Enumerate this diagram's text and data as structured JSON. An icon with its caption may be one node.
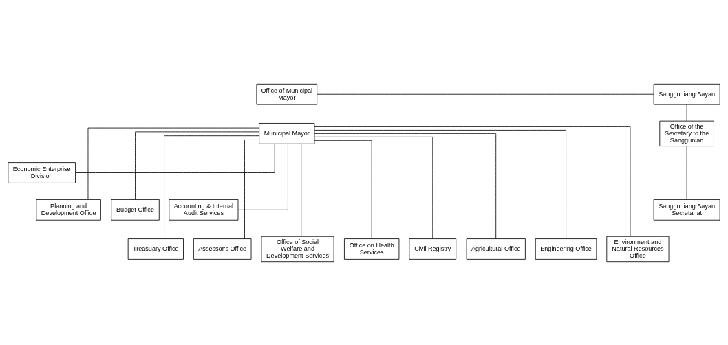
{
  "diagram": {
    "nodes": [
      {
        "text": [
          "Office of Municipal Mayor"
        ]
      },
      {
        "text": [
          "Municipal Mayor"
        ]
      },
      {
        "text": [
          "Sangguniang Bayan"
        ]
      },
      {
        "text": [
          "Office of the Sevretary to the Sanggunian"
        ]
      },
      {
        "text": [
          "Economic Enterprise Division"
        ]
      },
      {
        "text": [
          "Sangguniang Bayan Secretariat"
        ]
      },
      {
        "text": [
          "Planning and Development Office"
        ]
      },
      {
        "text": [
          "Budget Office"
        ]
      },
      {
        "text": [
          "Accounting & Internal Audit Services"
        ]
      },
      {
        "text": [
          "Treasuary Office"
        ]
      },
      {
        "text": [
          "Assessor's Office"
        ]
      },
      {
        "text": [
          "Office of Social Welfare and Development Services"
        ]
      },
      {
        "text": [
          "Office on Health Services"
        ]
      },
      {
        "text": [
          "Civil Registry"
        ]
      },
      {
        "text": [
          "Agricultural Office"
        ]
      },
      {
        "text": [
          "Engineering Office"
        ]
      },
      {
        "text": [
          "Environment and Natural Resources Office"
        ]
      }
    ],
    "edges": [
      {
        "from": 0,
        "to": 2,
        "arrow": "none"
      },
      {
        "from": 2,
        "to": 3,
        "arrow": "none"
      },
      {
        "from": 3,
        "to": 5,
        "arrow": "none"
      },
      {
        "from": 1,
        "to": 4,
        "arrow": "none"
      },
      {
        "from": 1,
        "to": 6,
        "arrow": "none"
      },
      {
        "from": 1,
        "to": 7,
        "arrow": "none"
      },
      {
        "from": 1,
        "to": 8,
        "arrow": "none"
      },
      {
        "from": 1,
        "to": 9,
        "arrow": "none"
      },
      {
        "from": 1,
        "to": 10,
        "arrow": "none"
      },
      {
        "from": 1,
        "to": 11,
        "arrow": "none"
      },
      {
        "from": 1,
        "to": 12,
        "arrow": "none"
      },
      {
        "from": 1,
        "to": 13,
        "arrow": "none"
      },
      {
        "from": 1,
        "to": 14,
        "arrow": "none"
      },
      {
        "from": 1,
        "to": 15,
        "arrow": "none"
      },
      {
        "from": 1,
        "to": 16,
        "arrow": "none"
      }
    ]
  }
}
